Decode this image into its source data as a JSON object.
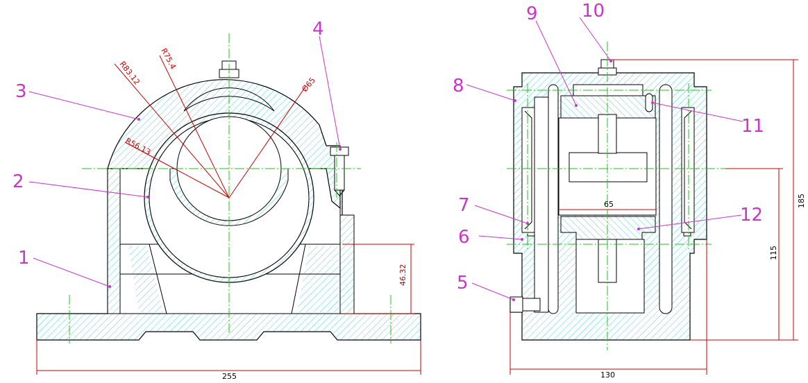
{
  "drawing": {
    "balloons": [
      {
        "id": "b1",
        "label": "1"
      },
      {
        "id": "b2",
        "label": "2"
      },
      {
        "id": "b3",
        "label": "3"
      },
      {
        "id": "b4",
        "label": "4"
      },
      {
        "id": "b5",
        "label": "5"
      },
      {
        "id": "b6",
        "label": "6"
      },
      {
        "id": "b7",
        "label": "7"
      },
      {
        "id": "b8",
        "label": "8"
      },
      {
        "id": "b9",
        "label": "9"
      },
      {
        "id": "b10",
        "label": "10"
      },
      {
        "id": "b11",
        "label": "11"
      },
      {
        "id": "b12",
        "label": "12"
      }
    ],
    "dimensions": {
      "r8312": "R83.12",
      "r754": "R75.4",
      "phi65": "Ø65",
      "r5613": "R56.13",
      "d4632": "46.32",
      "d255": "255",
      "d65": "65",
      "d185": "185",
      "d115": "115",
      "d130": "130"
    },
    "colors": {
      "hatch": "#4fd2d2",
      "outline": "#000000",
      "centerline": "#22c022",
      "dimension": "#cc0000",
      "balloon": "#cc33cc"
    }
  }
}
